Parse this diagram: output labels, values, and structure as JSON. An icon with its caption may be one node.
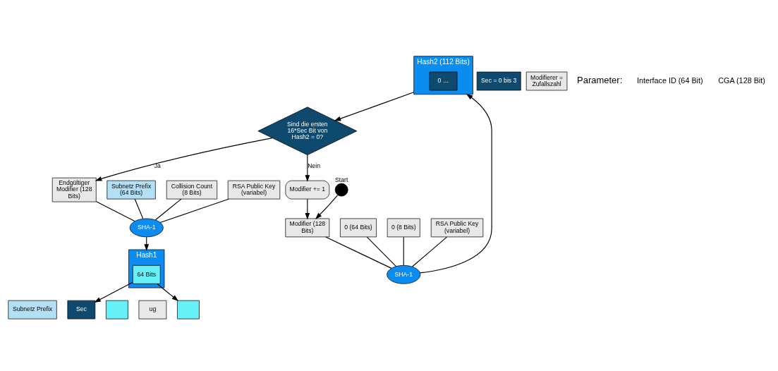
{
  "diagram": {
    "nodes": [
      {
        "text": [
          "Hash2 (112 Bits)"
        ]
      },
      {
        "text": [
          "0 …"
        ],
        "in": 0
      },
      {
        "text": [
          "Sind die ersten 16*Sec Bit von Hash2 = 0?"
        ]
      },
      {
        "text": [
          "Endgültiger Modifier (128 Bits)"
        ]
      },
      {
        "text": [
          "Subnetz Prefix (64 Bits)"
        ]
      },
      {
        "text": [
          "Collision Count (8 Bits)"
        ]
      },
      {
        "text": [
          "RSA Public Key (variabel)"
        ]
      },
      {
        "text": [
          "SHA-1"
        ]
      },
      {
        "text": [
          "Modifier += 1"
        ]
      },
      {
        "text": [
          "SHA-1"
        ]
      },
      {
        "text": [
          "Modifier (128 Bits)"
        ]
      },
      {
        "text": [
          "0 (64 Bits)"
        ]
      },
      {
        "text": [
          "0 (8 Bits)"
        ]
      },
      {
        "text": [
          "RSA Public Key (variabel)"
        ]
      },
      {
        "text": [
          "Hash1"
        ]
      },
      {
        "text": [
          "64 Bits"
        ],
        "in": 14
      },
      {
        "text": [],
        "shape": "circle",
        "beside": [
          "Start"
        ]
      },
      {
        "text": [
          "Subnetz Prefix"
        ]
      },
      {
        "text": [
          "Sec"
        ]
      },
      {
        "text": [],
        "shape": "box"
      },
      {
        "text": [
          "ug"
        ]
      },
      {
        "text": [],
        "shape": "box"
      },
      {
        "text": [
          "Sec = 0 bis 3"
        ]
      },
      {
        "text": [
          "Modifierer = Zufallszahl"
        ]
      }
    ],
    "edges": [
      {
        "from": 16,
        "to": 10,
        "arrow": "to"
      },
      {
        "from": 10,
        "to": 7,
        "arrow": "none"
      },
      {
        "from": 11,
        "to": 7,
        "arrow": "none"
      },
      {
        "from": 12,
        "to": 7,
        "arrow": "none"
      },
      {
        "from": 13,
        "to": 7,
        "arrow": "none"
      },
      {
        "from": 7,
        "to": 0,
        "arrow": "to"
      },
      {
        "from": 0,
        "to": 2,
        "arrow": "to"
      },
      {
        "from": 2,
        "to": 3,
        "arrow": "to",
        "label": "Ja"
      },
      {
        "from": 2,
        "to": 8,
        "arrow": "to",
        "label": "Nein"
      },
      {
        "from": 8,
        "to": 10,
        "arrow": "to"
      },
      {
        "from": 3,
        "to": 9,
        "arrow": "none"
      },
      {
        "from": 4,
        "to": 9,
        "arrow": "none"
      },
      {
        "from": 5,
        "to": 9,
        "arrow": "none"
      },
      {
        "from": 6,
        "to": 9,
        "arrow": "none"
      },
      {
        "from": 9,
        "to": 14,
        "arrow": "to"
      },
      {
        "from": 15,
        "to": 18,
        "arrow": "to"
      },
      {
        "from": 15,
        "to": 21,
        "arrow": "to"
      }
    ],
    "labels": [
      "Parameter:",
      "Interface ID (64 Bit)",
      "CGA (128 Bit)"
    ]
  }
}
